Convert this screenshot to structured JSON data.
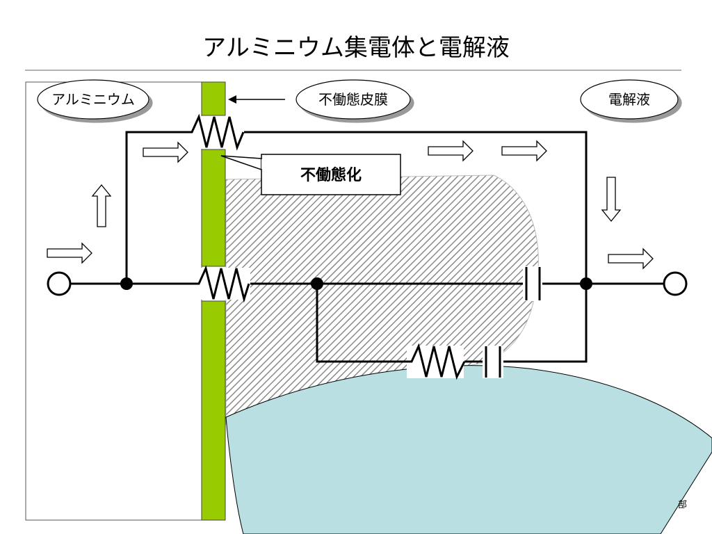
{
  "slide": {
    "title": "アルミニウム集電体と電解液",
    "labels": {
      "aluminum": "アルミニウム",
      "passive_film": "不働態皮膜",
      "electrolyte": "電解液",
      "passivation": "不働態化"
    },
    "footer": "部"
  },
  "colors": {
    "film": "#99cc00",
    "electrolyte_blob": "#b9dfe3",
    "hatch": "#888888",
    "wire": "#000000"
  }
}
